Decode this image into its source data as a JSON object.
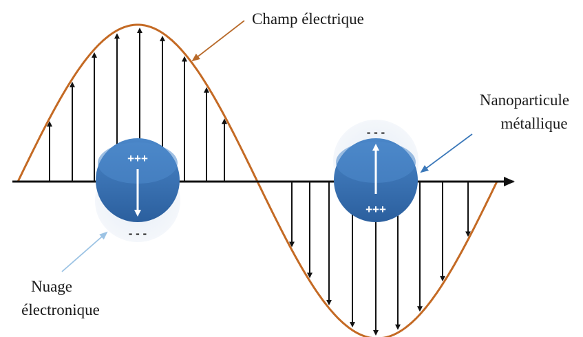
{
  "labels": {
    "electric_field": "Champ électrique",
    "nanoparticle_line1": "Nanoparticule",
    "nanoparticle_line2": "métallique",
    "cloud_line1": "Nuage",
    "cloud_line2": "électronique"
  },
  "particle_left": {
    "top_sign": "+++",
    "bottom_sign": "- - -"
  },
  "particle_right": {
    "top_sign": "- - -",
    "bottom_sign": "+++"
  },
  "colors": {
    "wave": "#c46a24",
    "field_arrows": "#111111",
    "axis": "#111111",
    "particle": "#3a75b8",
    "particle_dark": "#2c62a3",
    "cloud": "#dde6f1",
    "pointer_orange": "#b86a2a",
    "pointer_blue": "#3b78b9",
    "pointer_light_blue": "#9cc3e4"
  }
}
